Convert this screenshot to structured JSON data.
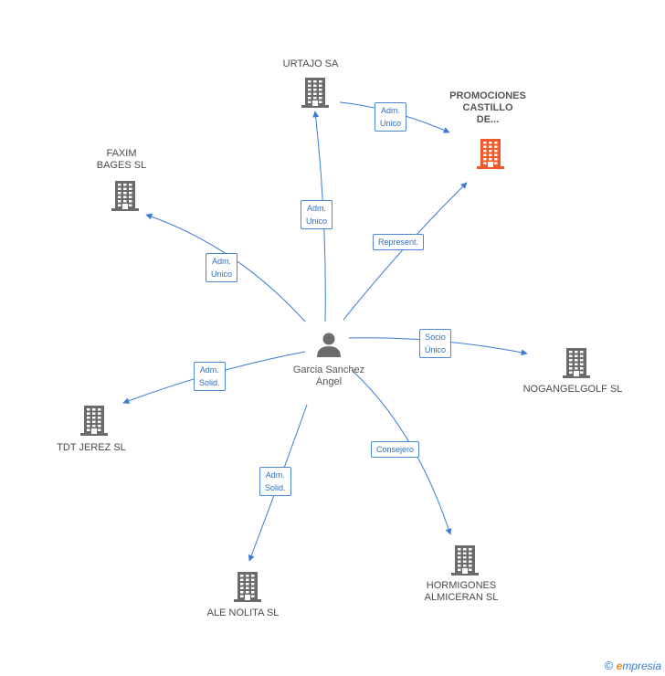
{
  "center": {
    "name": "Garcia\nSanchez\nAngel",
    "icon": "person-icon"
  },
  "companies": [
    {
      "id": "urtajo",
      "name": "URTAJO SA",
      "highlight": false
    },
    {
      "id": "promociones",
      "name": "PROMOCIONES\nCASTILLO\nDE...",
      "highlight": true
    },
    {
      "id": "faxim",
      "name": "FAXIM\nBAGES SL",
      "highlight": false
    },
    {
      "id": "nogangelgolf",
      "name": "NOGANGELGOLF SL",
      "highlight": false
    },
    {
      "id": "tdt",
      "name": "TDT JEREZ SL",
      "highlight": false
    },
    {
      "id": "alenolita",
      "name": "ALE NOLITA SL",
      "highlight": false
    },
    {
      "id": "hormigones",
      "name": "HORMIGONES\nALMICERAN  SL",
      "highlight": false
    }
  ],
  "relations": [
    {
      "id": "r-urtajo",
      "label": "Adm.\nUnico"
    },
    {
      "id": "r-urtajo-promo",
      "label": "Adm.\nUnico"
    },
    {
      "id": "r-promo",
      "label": "Represent."
    },
    {
      "id": "r-faxim",
      "label": "Adm.\nUnico"
    },
    {
      "id": "r-noga",
      "label": "Socio\nÚnico"
    },
    {
      "id": "r-tdt",
      "label": "Adm.\nSolid."
    },
    {
      "id": "r-ale",
      "label": "Adm.\nSolid."
    },
    {
      "id": "r-horm",
      "label": "Consejero"
    }
  ],
  "colors": {
    "edge": "#3a7bd5",
    "building": "#6b6b6b",
    "highlight": "#f05a28",
    "person": "#6b6b6b"
  },
  "footer": {
    "copyright": "©",
    "brand_e": "e",
    "brand_rest": "mpresia"
  }
}
